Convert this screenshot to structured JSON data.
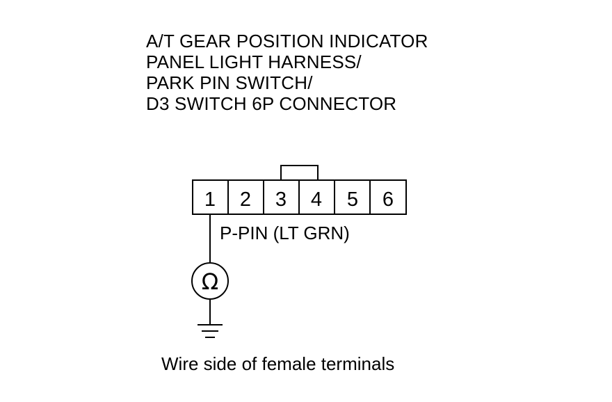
{
  "title": {
    "lines": [
      "A/T GEAR POSITION INDICATOR",
      "PANEL LIGHT HARNESS/",
      "PARK PIN SWITCH/",
      "D3 SWITCH 6P CONNECTOR"
    ]
  },
  "connector": {
    "pins": [
      "1",
      "2",
      "3",
      "4",
      "5",
      "6"
    ]
  },
  "wire": {
    "label": "P-PIN (LT GRN)"
  },
  "meter": {
    "symbol": "Ω"
  },
  "caption": "Wire side of female terminals"
}
